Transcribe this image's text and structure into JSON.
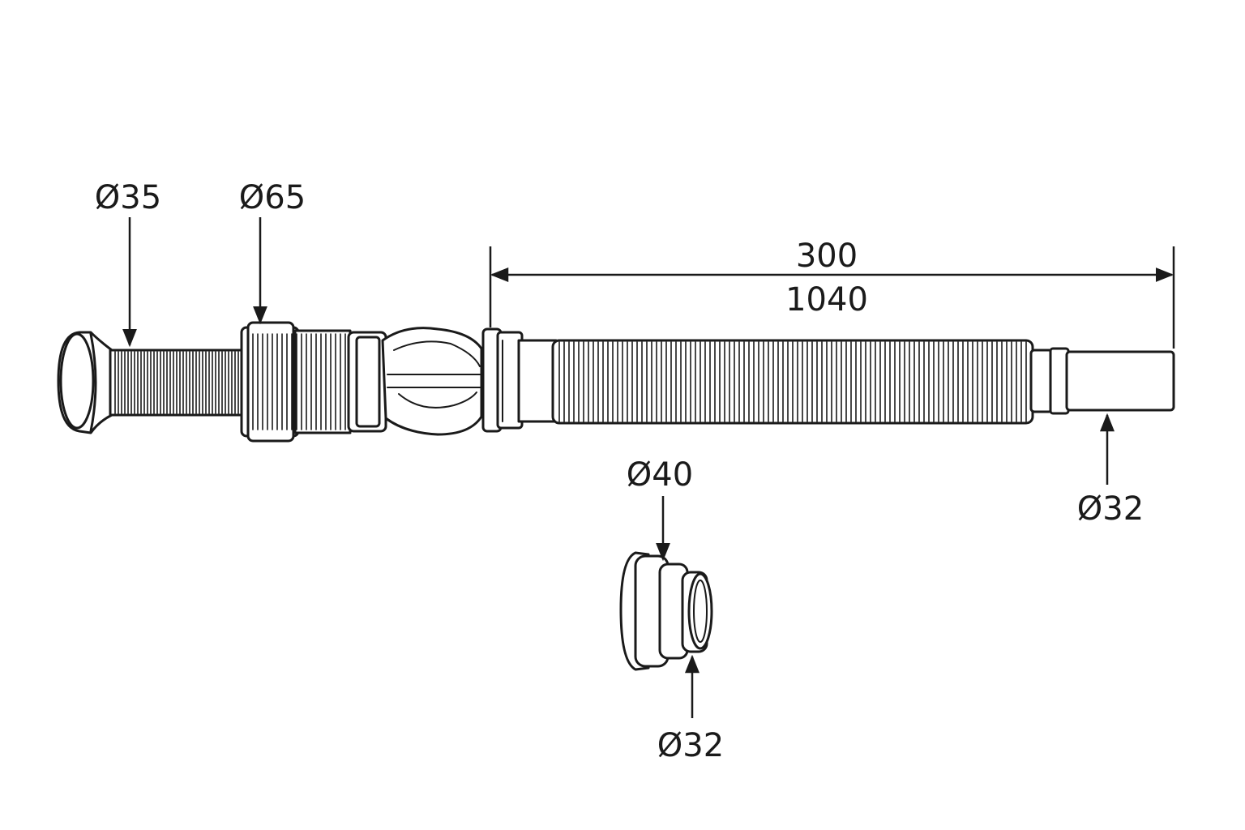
{
  "labels": {
    "trap_inlet_diameter": "Ø35",
    "nut_diameter": "Ø65",
    "hose_length_min": "300",
    "hose_length_max": "1040",
    "outlet_diameter": "Ø32",
    "adapter_large_diameter": "Ø40",
    "adapter_small_diameter": "Ø32"
  },
  "colors": {
    "line": "#1a1a1a",
    "fill": "#ffffff"
  }
}
